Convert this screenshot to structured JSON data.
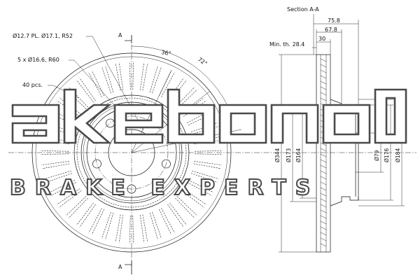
{
  "section": {
    "title": "Section A-A",
    "cut_label_top": "A",
    "cut_label_bottom": "A"
  },
  "front_view": {
    "hole_note": "Ø12.7 PL. Ø17.1, R52",
    "bolt_note": "5 x Ø16.6, R60",
    "vanes_note": "40 pcs.",
    "angle_small": "36°",
    "angle_large": "72°"
  },
  "dimensions": {
    "overall_height": "75.8",
    "hat_height": "67.8",
    "hub_offset": "30",
    "min_thickness": "Min. th. 28.4",
    "outer_diameter": "Ø344",
    "hat_outer_diameter": "Ø173",
    "bore_diameter": "Ø164",
    "center_bore": "Ø79",
    "hat_diameter": "Ø176",
    "mount_diameter": "Ø184"
  },
  "watermark": {
    "logo": "akebono",
    "tagline": "BRAKE EXPERTS"
  },
  "colors": {
    "line": "#111111",
    "watermark_stroke": "#4a4a4a"
  }
}
